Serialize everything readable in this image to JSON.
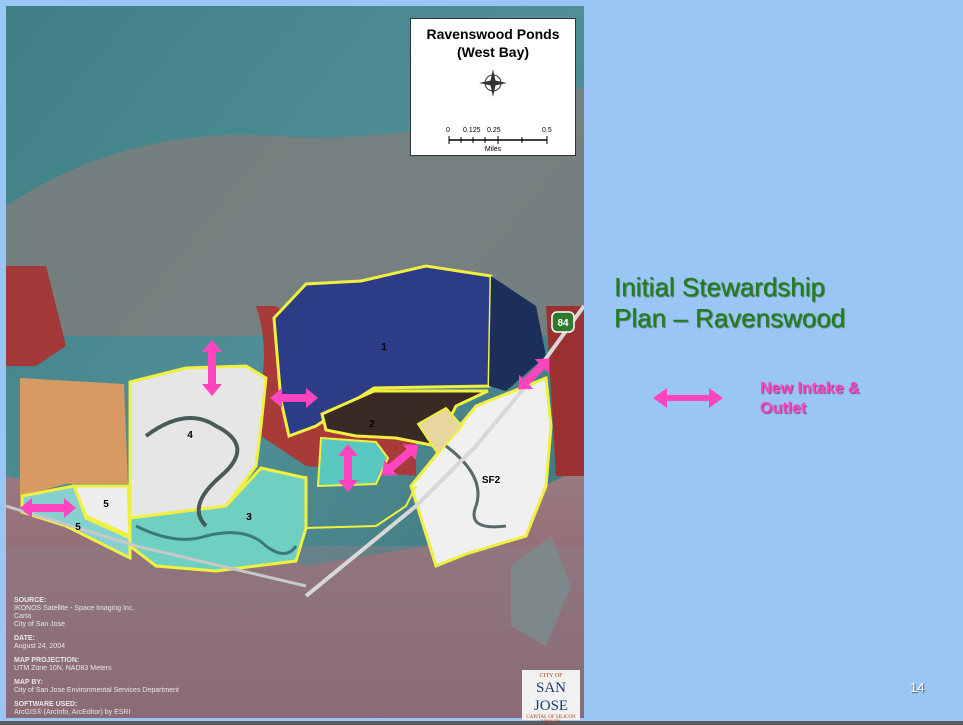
{
  "slide": {
    "title_lines": [
      "Initial Stewardship",
      "Plan – Ravenswood"
    ],
    "legend_lines": [
      "New Intake &",
      "Outlet"
    ],
    "page_number": "14"
  },
  "map": {
    "legend_title_lines": [
      "Ravenswood Ponds",
      "(West Bay)"
    ],
    "scale_labels": [
      "0",
      "0.125",
      "0.25",
      "0.5"
    ],
    "scale_unit": "Miles",
    "highway_shield": "84",
    "pond_labels": [
      "1",
      "2",
      "3",
      "4",
      "5",
      "5",
      "SF2"
    ],
    "credits": [
      {
        "heading": "SOURCE:",
        "lines": [
          "IKONOS Satellite - Space Imaging Inc.",
          "Carta",
          "City of San Jose"
        ]
      },
      {
        "heading": "DATE:",
        "lines": [
          "August 24, 2004"
        ]
      },
      {
        "heading": "MAP PROJECTION:",
        "lines": [
          "UTM Zone 10N, NAD83 Meters"
        ]
      },
      {
        "heading": "MAP BY:",
        "lines": [
          "City of San Jose Environmental Services Department"
        ]
      },
      {
        "heading": "SOFTWARE USED:",
        "lines": [
          "ArcGIS® (ArcInfo, ArcEditor) by ESRI"
        ]
      }
    ],
    "logo": {
      "top": "CITY OF",
      "name": "SAN JOSE",
      "tagline": "CAPITAL OF SILICON VALLEY"
    }
  },
  "colors": {
    "slide_background": "#9ac6f6",
    "title": "#1e7f1e",
    "arrow": "#ff44c0",
    "pond_outline": "#f0f040"
  }
}
